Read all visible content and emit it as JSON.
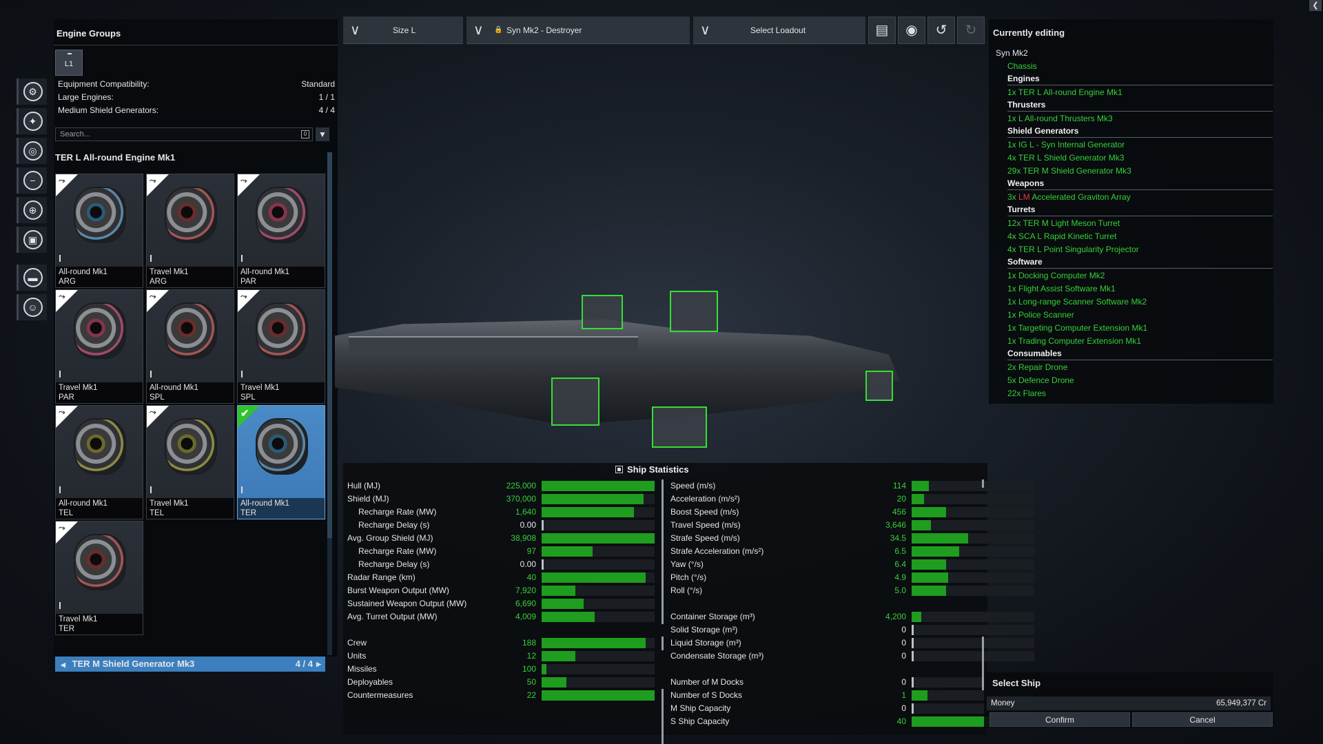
{
  "left_panel": {
    "title": "Engine Groups",
    "group_tab": "L1",
    "info": [
      {
        "label": "Equipment Compatibility:",
        "value": "Standard"
      },
      {
        "label": "Large Engines:",
        "value": "1 / 1"
      },
      {
        "label": "Medium Shield Generators:",
        "value": "4 / 4"
      }
    ],
    "search_placeholder": "Search...",
    "search_key": "0",
    "list_title": "TER L All-round Engine Mk1",
    "engines": [
      {
        "name": "All-round Mk1",
        "faction": "ARG",
        "color": "blue"
      },
      {
        "name": "Travel Mk1",
        "faction": "ARG",
        "color": "red"
      },
      {
        "name": "All-round Mk1",
        "faction": "PAR",
        "color": "pink"
      },
      {
        "name": "Travel Mk1",
        "faction": "PAR",
        "color": "pink"
      },
      {
        "name": "All-round Mk1",
        "faction": "SPL",
        "color": "red"
      },
      {
        "name": "Travel Mk1",
        "faction": "SPL",
        "color": "red"
      },
      {
        "name": "All-round Mk1",
        "faction": "TEL",
        "color": "olive"
      },
      {
        "name": "Travel Mk1",
        "faction": "TEL",
        "color": "olive"
      },
      {
        "name": "All-round Mk1",
        "faction": "TER",
        "color": "blue",
        "selected": true
      },
      {
        "name": "Travel Mk1",
        "faction": "TER",
        "color": "red"
      }
    ],
    "shield_group": {
      "label": "TER M Shield Generator Mk3",
      "count": "4 / 4"
    }
  },
  "toolbar": {
    "size": "Size L",
    "ship": "Syn Mk2 - Destroyer",
    "loadout": "Select Loadout",
    "buttons": [
      "save-icon",
      "eye-icon",
      "undo-icon",
      "redo-icon"
    ]
  },
  "currently_editing": {
    "title": "Currently editing",
    "ship": "Syn Mk2",
    "chassis": "Chassis",
    "sections": [
      {
        "header": "Engines",
        "items": [
          "1x TER L All-round Engine Mk1"
        ]
      },
      {
        "header": "Thrusters",
        "items": [
          "1x L All-round Thrusters Mk3"
        ]
      },
      {
        "header": "Shield Generators",
        "items": [
          "1x IG L - Syn Internal Generator",
          "4x TER L Shield Generator Mk3",
          "29x TER M Shield Generator Mk3"
        ]
      },
      {
        "header": "Weapons",
        "items": [
          {
            "prefix": "3x ",
            "highlight": "LM",
            "rest": " Accelerated Graviton Array"
          }
        ]
      },
      {
        "header": "Turrets",
        "items": [
          "12x TER M Light Meson Turret",
          "4x SCA L Rapid Kinetic Turret",
          "4x TER L Point Singularity Projector"
        ]
      },
      {
        "header": "Software",
        "items": [
          "1x Docking Computer Mk2",
          "1x Flight Assist Software Mk1",
          "1x Long-range Scanner Software Mk2",
          "1x Police Scanner",
          "1x Targeting Computer Extension Mk1",
          "1x Trading Computer Extension Mk1"
        ]
      },
      {
        "header": "Consumables",
        "items": [
          "2x Repair Drone",
          "5x Defence Drone",
          "22x Flares"
        ]
      }
    ]
  },
  "select_ship": {
    "title": "Select Ship",
    "money_label": "Money",
    "money_value": "65,949,377 Cr",
    "confirm": "Confirm",
    "cancel": "Cancel"
  },
  "stats": {
    "title": "Ship Statistics",
    "left": [
      {
        "label": "Hull (MJ)",
        "value": "225,000",
        "fill": 1.0
      },
      {
        "label": "Shield (MJ)",
        "value": "370,000",
        "fill": 0.9
      },
      {
        "label": "Recharge Rate (MW)",
        "value": "1,640",
        "fill": 0.82,
        "indent": true
      },
      {
        "label": "Recharge Delay (s)",
        "value": "0.00",
        "fill": 0,
        "indent": true,
        "white": true
      },
      {
        "label": "Avg. Group Shield (MJ)",
        "value": "38,908",
        "fill": 1.0
      },
      {
        "label": "Recharge Rate (MW)",
        "value": "97",
        "fill": 0.45,
        "indent": true
      },
      {
        "label": "Recharge Delay (s)",
        "value": "0.00",
        "fill": 0,
        "indent": true,
        "white": true
      },
      {
        "label": "Radar Range (km)",
        "value": "40",
        "fill": 0.92
      },
      {
        "label": "Burst Weapon Output (MW)",
        "value": "7,920",
        "fill": 0.3
      },
      {
        "label": "Sustained Weapon Output (MW)",
        "value": "6,690",
        "fill": 0.37
      },
      {
        "label": "Avg. Turret Output (MW)",
        "value": "4,009",
        "fill": 0.47
      },
      null,
      {
        "label": "Crew",
        "value": "188",
        "fill": 0.92
      },
      {
        "label": "Units",
        "value": "12",
        "fill": 0.3
      },
      {
        "label": "Missiles",
        "value": "100",
        "fill": 0.04
      },
      {
        "label": "Deployables",
        "value": "50",
        "fill": 0.22
      },
      {
        "label": "Countermeasures",
        "value": "22",
        "fill": 1.0
      }
    ],
    "right": [
      {
        "label": "Speed (m/s)",
        "value": "114",
        "fill": 0.14
      },
      {
        "label": "Acceleration (m/s²)",
        "value": "20",
        "fill": 0.1
      },
      {
        "label": "Boost Speed (m/s)",
        "value": "456",
        "fill": 0.28
      },
      {
        "label": "Travel Speed (m/s)",
        "value": "3,646",
        "fill": 0.16
      },
      {
        "label": "Strafe Speed (m/s)",
        "value": "34.5",
        "fill": 0.46
      },
      {
        "label": "Strafe Acceleration (m/s²)",
        "value": "6.5",
        "fill": 0.39
      },
      {
        "label": "Yaw (°/s)",
        "value": "6.4",
        "fill": 0.28
      },
      {
        "label": "Pitch (°/s)",
        "value": "4.9",
        "fill": 0.3
      },
      {
        "label": "Roll (°/s)",
        "value": "5.0",
        "fill": 0.28
      },
      null,
      {
        "label": "Container Storage (m³)",
        "value": "4,200",
        "fill": 0.08
      },
      {
        "label": "Solid Storage (m³)",
        "value": "0",
        "fill": 0,
        "white": true
      },
      {
        "label": "Liquid Storage (m³)",
        "value": "0",
        "fill": 0,
        "white": true
      },
      {
        "label": "Condensate Storage (m³)",
        "value": "0",
        "fill": 0,
        "white": true
      },
      null,
      {
        "label": "Number of M Docks",
        "value": "0",
        "fill": 0,
        "white": true
      },
      {
        "label": "Number of S Docks",
        "value": "1",
        "fill": 0.13
      },
      {
        "label": "M Ship Capacity",
        "value": "0",
        "fill": 0,
        "white": true
      },
      {
        "label": "S Ship Capacity",
        "value": "40",
        "fill": 1.0
      }
    ]
  },
  "colors": {
    "accent_green": "#36d136",
    "select_blue": "#3b7fbf",
    "bar_green": "#1e9d1e"
  }
}
